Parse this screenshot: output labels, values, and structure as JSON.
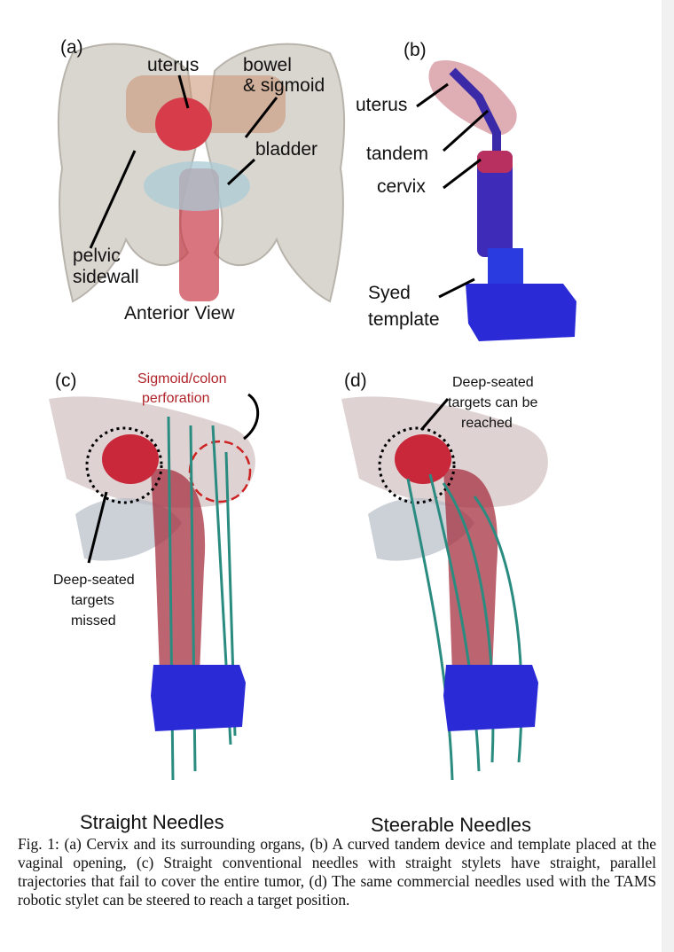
{
  "panels": {
    "a": {
      "tag": "(a)",
      "labels": {
        "uterus": "uterus",
        "bowel": "bowel",
        "sigmoid": "& sigmoid",
        "bladder": "bladder",
        "pelvic": "pelvic",
        "sidewall": "sidewall"
      },
      "view": "Anterior View"
    },
    "b": {
      "tag": "(b)",
      "labels": {
        "uterus": "uterus",
        "tandem": "tandem",
        "cervix": "cervix",
        "syed": "Syed",
        "template": "template"
      }
    },
    "c": {
      "tag": "(c)",
      "perforation_1": "Sigmoid/colon",
      "perforation_2": "perforation",
      "missed_1": "Deep-seated",
      "missed_2": "targets",
      "missed_3": "missed",
      "title": "Straight Needles"
    },
    "d": {
      "tag": "(d)",
      "reached_1": "Deep-seated",
      "reached_2": "targets can be",
      "reached_3": "reached",
      "title": "Steerable Needles"
    }
  },
  "caption": "Fig. 1: (a) Cervix and its surrounding organs, (b) A curved tandem device and template placed at the vaginal opening, (c) Straight conventional needles with straight stylets have straight, parallel trajectories that fail to cover the entire tumor, (d) The same commercial needles used with the TAMS robotic stylet can be steered to reach a target position.",
  "colors": {
    "bone": "#d9d6d0",
    "uterus": "#d63c4a",
    "bladder": "#a9cbd6",
    "template": "#2a2ad6",
    "needle": "#2a8c80",
    "perforation_ring": "#cc2222"
  }
}
